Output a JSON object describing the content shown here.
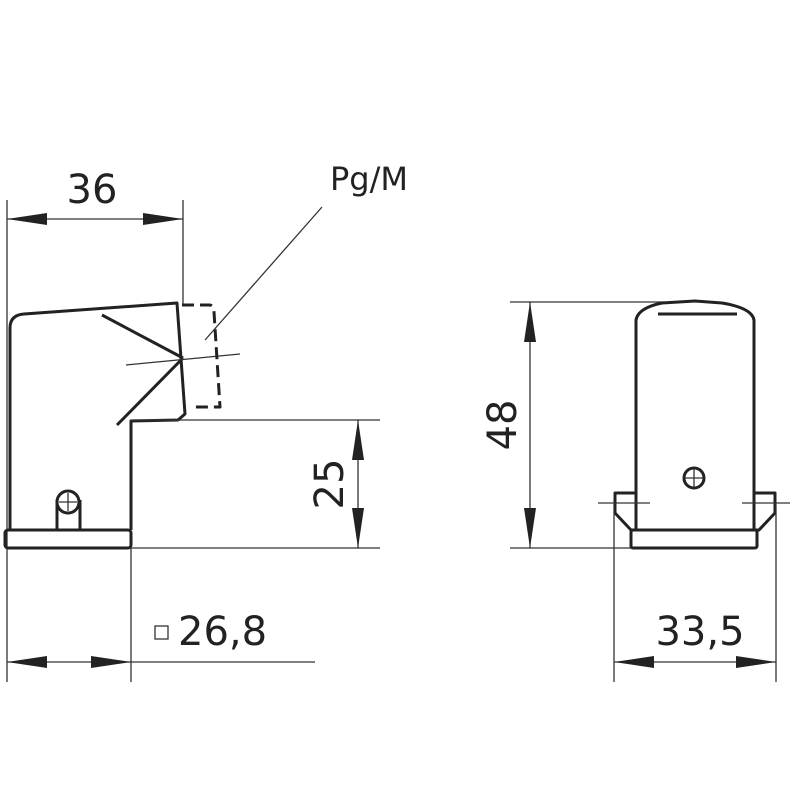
{
  "dimensions": {
    "width_side": "36",
    "cable_entry": "Pg/M",
    "height_base": "25",
    "square_size": "26,8",
    "height_total": "48",
    "width_front": "33,5"
  },
  "colors": {
    "line": "#222222",
    "background": "#ffffff"
  }
}
